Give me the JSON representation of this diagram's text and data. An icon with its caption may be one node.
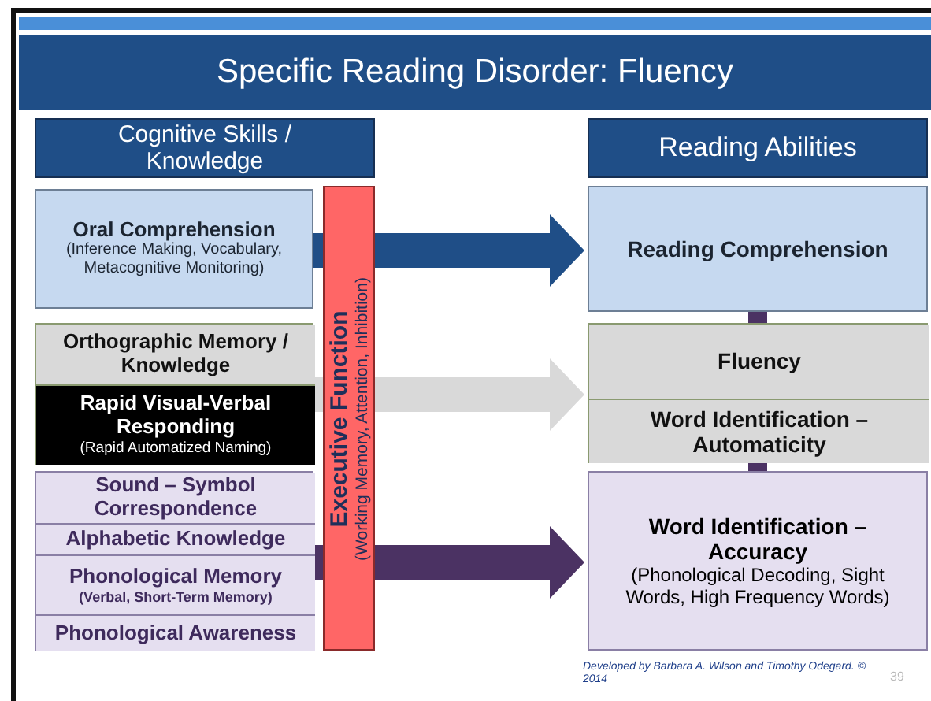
{
  "diagram": {
    "title": "Specific Reading Disorder: Fluency",
    "nodes": [
      {
        "text": [
          "Cognitive Skills / Knowledge"
        ]
      },
      {
        "text": [
          "Reading Abilities"
        ]
      },
      {
        "text": [
          "Oral Comprehension",
          "(Inference Making, Vocabulary, Metacognitive Monitoring)"
        ]
      },
      {
        "text": [
          "Executive Function",
          "(Working Memory, Attention, Inhibition)"
        ]
      },
      {
        "text": [
          "Reading Comprehension"
        ]
      },
      {
        "text": [],
        "shape": "box"
      },
      {
        "text": [
          "Orthographic Memory / Knowledge"
        ],
        "in": 5
      },
      {
        "text": [
          "Rapid Visual-Verbal Responding",
          "(Rapid Automatized Naming)"
        ],
        "in": 5
      },
      {
        "text": [],
        "shape": "box"
      },
      {
        "text": [
          "Fluency"
        ],
        "in": 8
      },
      {
        "text": [
          "Word Identification – Automaticity"
        ],
        "in": 8
      },
      {
        "text": [],
        "shape": "box"
      },
      {
        "text": [
          "Sound – Symbol Correspondence"
        ],
        "in": 11
      },
      {
        "text": [
          "Alphabetic Knowledge"
        ],
        "in": 11
      },
      {
        "text": [
          "Phonological Memory",
          "(Verbal, Short-Term Memory)"
        ],
        "in": 11
      },
      {
        "text": [
          "Phonological Awareness"
        ],
        "in": 11
      },
      {
        "text": [
          "Word Identification – Accuracy",
          "(Phonological Decoding, Sight Words, High Frequency Words)"
        ]
      }
    ],
    "edges": [
      {
        "from": 2,
        "to": 4,
        "arrow": "to",
        "style": "thick",
        "color": "#1f4e87"
      },
      {
        "from": 5,
        "to": 8,
        "arrow": "to",
        "style": "thick",
        "color": "#d9d9d9"
      },
      {
        "from": 11,
        "to": 16,
        "arrow": "to",
        "style": "thick",
        "color": "#4b3263"
      },
      {
        "from": 16,
        "to": 4,
        "arrow": "to",
        "style": "thick",
        "color": "#4b3263"
      }
    ],
    "labels": [
      "Developed by Barbara A. Wilson and Timothy Odegard. © 2014",
      "39"
    ]
  }
}
